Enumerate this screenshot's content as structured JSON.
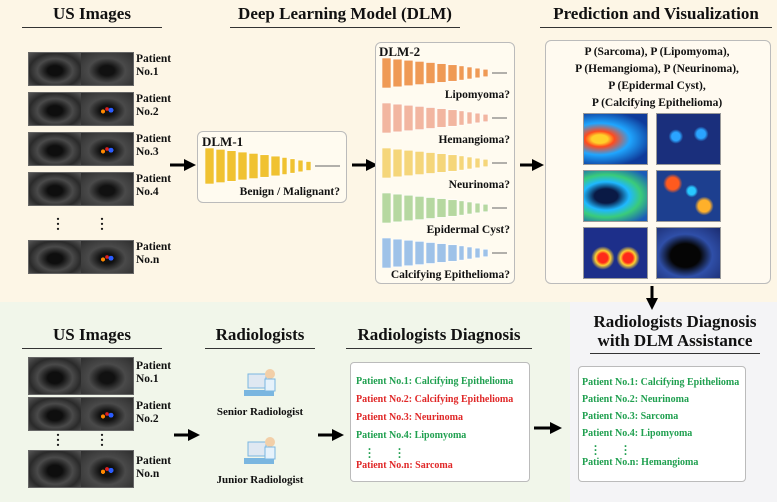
{
  "headers": {
    "us_images_top": "US Images",
    "dlm": "Deep Learning Model (DLM)",
    "prediction": "Prediction and Visualization",
    "us_images_bottom": "US Images",
    "radiologists": "Radiologists",
    "radiologists_diagnosis": "Radiologists Diagnosis",
    "assisted_line1": "Radiologists Diagnosis",
    "assisted_line2": "with DLM Assistance"
  },
  "top_patients": [
    "Patient No.1",
    "Patient No.2",
    "Patient No.3",
    "Patient No.4",
    "Patient No.n"
  ],
  "bottom_patients": [
    "Patient No.1",
    "Patient No.2",
    "Patient No.n"
  ],
  "dlm1": {
    "title": "DLM-1",
    "question": "Benign / Malignant?"
  },
  "dlm2": {
    "title": "DLM-2",
    "questions": [
      "Lipomyoma?",
      "Hemangioma?",
      "Neurinoma?",
      "Epidermal Cyst?",
      "Calcifying Epithelioma?"
    ],
    "colors": [
      "#ef9a55",
      "#f2b6a0",
      "#f5d67a",
      "#b6d8a0",
      "#9ec2e8"
    ]
  },
  "dlm1_color": "#f0c231",
  "prediction_text": [
    "P (Sarcoma), P (Lipomyoma),",
    "P (Hemangioma),  P (Neurinoma),",
    "P (Epidermal Cyst),",
    "P (Calcifying Epithelioma)"
  ],
  "radiologist_labels": {
    "senior": "Senior Radiologist",
    "junior": "Junior Radiologist"
  },
  "radiologists_dx": [
    {
      "patient": "Patient No.1:",
      "dx": "Calcifying Epithelioma",
      "color": "green"
    },
    {
      "patient": "Patient No.2:",
      "dx": "Calcifying Epithelioma",
      "color": "red"
    },
    {
      "patient": "Patient No.3:",
      "dx": "Neurinoma",
      "color": "red"
    },
    {
      "patient": "Patient No.4:",
      "dx": "Lipomyoma",
      "color": "green"
    },
    {
      "patient": "Patient No.n:",
      "dx": "Sarcoma",
      "color": "red"
    }
  ],
  "assisted_dx": [
    {
      "patient": "Patient No.1:",
      "dx": "Calcifying Epithelioma",
      "color": "green"
    },
    {
      "patient": "Patient No.2:",
      "dx": "Neurinoma",
      "color": "green"
    },
    {
      "patient": "Patient No.3:",
      "dx": "Sarcoma",
      "color": "green"
    },
    {
      "patient": "Patient No.4:",
      "dx": "Lipomyoma",
      "color": "green"
    },
    {
      "patient": "Patient No.n:",
      "dx": "Hemangioma",
      "color": "green"
    }
  ],
  "ellipsis": "."
}
